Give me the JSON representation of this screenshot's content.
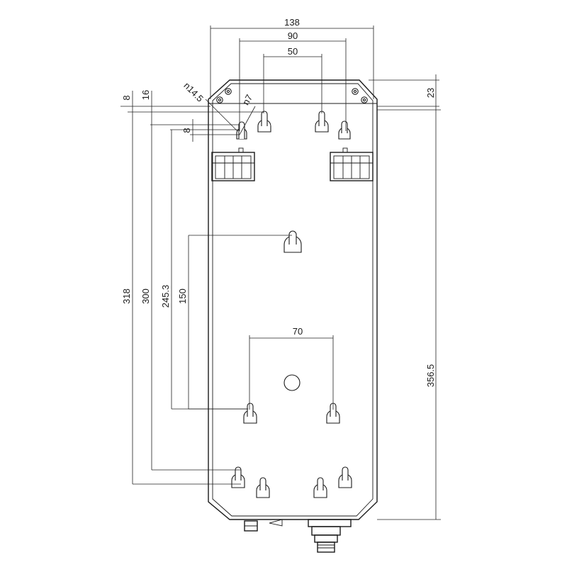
{
  "dimensions": {
    "width_total": "138",
    "width_outer_keyholes": "90",
    "width_inner_keyholes": "50",
    "width_bottom_keyholes": "70",
    "height_318": "318",
    "height_300": "300",
    "height_245_3": "245.3",
    "height_150": "150",
    "height_356_5": "356.5",
    "offset_8_top": "8",
    "offset_16": "16",
    "offset_8_slot": "8",
    "chamfer_23": "23",
    "hole_dia_14_5": "n14.5",
    "slot_width_7": "n7"
  },
  "colors": {
    "line": "#1a1a1a",
    "background": "#ffffff"
  }
}
